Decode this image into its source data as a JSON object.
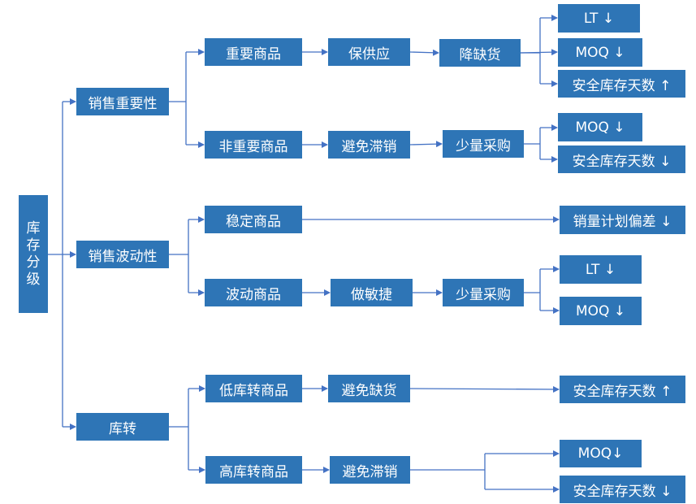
{
  "root": {
    "label_chars": [
      "库",
      "存",
      "分",
      "级"
    ]
  },
  "sales_importance": {
    "label": "销售重要性",
    "important": {
      "label": "重要商品",
      "strategy": "保供应",
      "action": "降缺货",
      "outcomes": [
        "LT ↓",
        "MOQ ↓",
        "安全库存天数 ↑"
      ]
    },
    "unimportant": {
      "label": "非重要商品",
      "strategy": "避免滞销",
      "action": "少量采购",
      "outcomes": [
        "MOQ ↓",
        "安全库存天数 ↓"
      ]
    }
  },
  "sales_volatility": {
    "label": "销售波动性",
    "stable": {
      "label": "稳定商品",
      "outcome": "销量计划偏差 ↓"
    },
    "volatile": {
      "label": "波动商品",
      "strategy": "做敏捷",
      "action": "少量采购",
      "outcomes": [
        "LT ↓",
        "MOQ ↓"
      ]
    }
  },
  "turnover": {
    "label": "库转",
    "low": {
      "label": "低库转商品",
      "strategy": "避免缺货",
      "outcome": "安全库存天数 ↑"
    },
    "high": {
      "label": "高库转商品",
      "strategy": "避免滞销",
      "outcomes": [
        "MOQ↓",
        "安全库存天数 ↓"
      ]
    }
  },
  "colors": {
    "box_fill": "#2e75b6",
    "box_text": "#ffffff",
    "connector": "#4472c4"
  }
}
